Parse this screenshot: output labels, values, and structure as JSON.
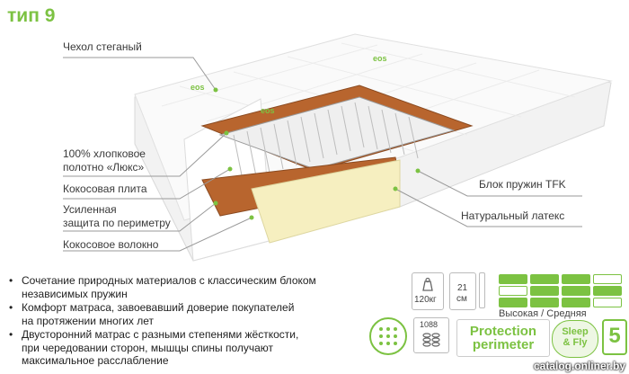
{
  "title": "тип 9",
  "labels": {
    "cover": "Чехол стеганый",
    "cotton_line1": "100% хлопковое",
    "cotton_line2": "полотно «Люкс»",
    "coco_plate": "Кокосовая плита",
    "reinforced_line1": "Усиленная",
    "reinforced_line2": "защита по периметру",
    "coco_fiber": "Кокосовое волокно",
    "spring_block": "Блок пружин TFK",
    "latex": "Натуральный латекс"
  },
  "brand_mark": "eos",
  "bullets": [
    {
      "line1": "Сочетание природных материалов с классическим блоком",
      "line2": "независимых пружин"
    },
    {
      "line1": "Комфорт матраса, завоевавший доверие покупателей",
      "line2": "на протяжении многих лет"
    },
    {
      "line1": "Двусторонний матрас с разными степенями жёсткости,",
      "line2": "при чередовании сторон, мышцы спины получают",
      "line3": "максимальное расслабление"
    }
  ],
  "specs": {
    "weight": "120кг",
    "height_value": "21",
    "height_unit": "см",
    "springs": "1088",
    "firmness_label": "Высокая / Средняя",
    "firmness_rows": [
      [
        1,
        1,
        1,
        0
      ],
      [
        0,
        1,
        1,
        1
      ],
      [
        1,
        1,
        1,
        0
      ]
    ]
  },
  "badges": {
    "protection_line1": "Protection",
    "protection_line2": "perimeter",
    "sleep_line1": "Sleep",
    "sleep_line2": "& Fly",
    "years": "5"
  },
  "watermark": "catalog.onliner.by",
  "colors": {
    "accent": "#7cc242",
    "coco": "#b8652e",
    "latex": "#f6efc0"
  }
}
